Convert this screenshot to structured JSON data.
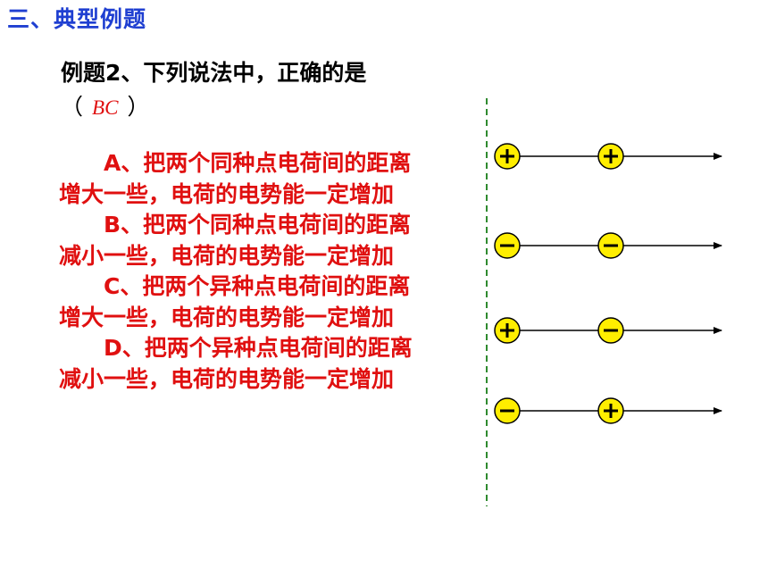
{
  "section_title": "三、典型例题",
  "question": {
    "text": "例题2、下列说法中，正确的是",
    "paren_open": "（",
    "answer": "BC",
    "paren_close": "）"
  },
  "options": [
    {
      "text": "A、把两个同种点电荷间的距离增大一些，电荷的电势能一定增加"
    },
    {
      "text": "B、把两个同种点电荷间的距离减小一些，电荷的电势能一定增加"
    },
    {
      "text": "C、把两个异种点电荷间的距离增大一些，电荷的电势能一定增加"
    },
    {
      "text": "D、把两个异种点电荷间的距离减小一些，电荷的电势能一定增加"
    }
  ],
  "diagram": {
    "rows": [
      {
        "left": "+",
        "right": "+"
      },
      {
        "left": "−",
        "right": "−"
      },
      {
        "left": "+",
        "right": "−"
      },
      {
        "left": "−",
        "right": "+"
      }
    ],
    "colors": {
      "charge_fill": "#ffee00",
      "charge_stroke": "#000000",
      "dashed_line": "#2f8a2f",
      "arrow": "#000000"
    }
  }
}
